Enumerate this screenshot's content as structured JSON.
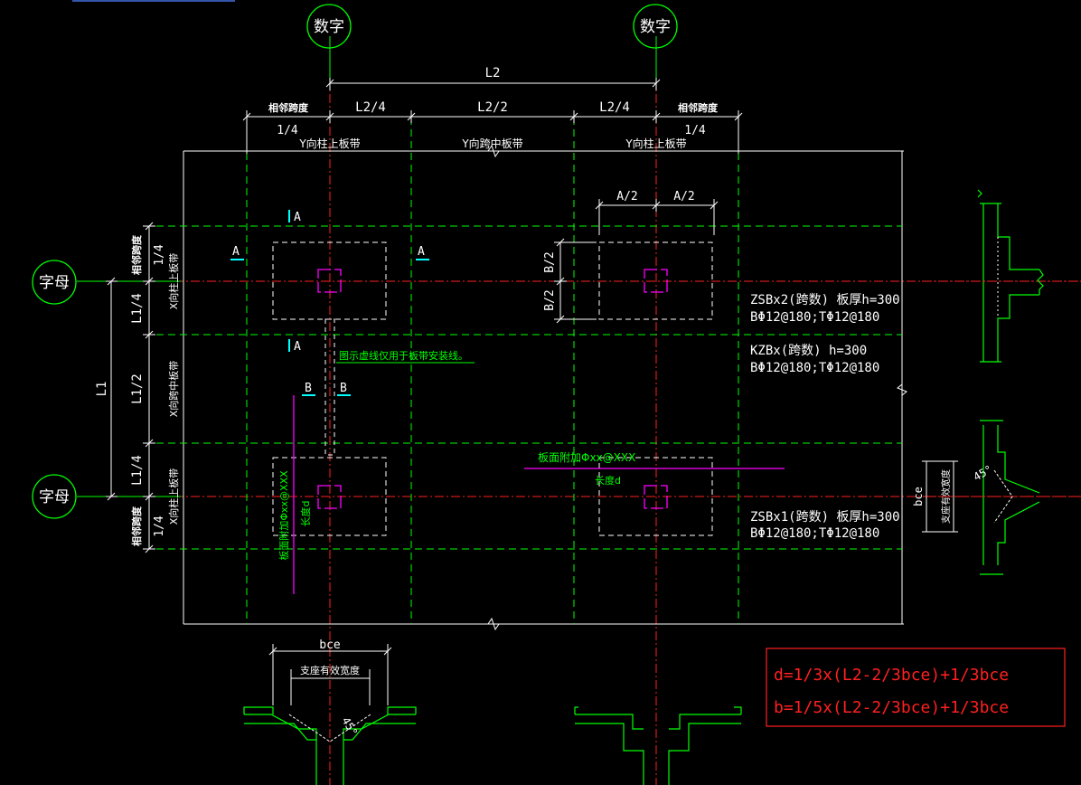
{
  "axis_labels": {
    "column_top_left": "数字",
    "column_top_right": "数字",
    "row_left_top": "字母",
    "row_left_bottom": "字母"
  },
  "dims_top": {
    "L2": "L2",
    "adjacent_left": "相邻跨度",
    "adjacent_right": "相邻跨度",
    "quarter_left": "L2/4",
    "half": "L2/2",
    "quarter_right": "L2/4",
    "frac_left": "1/4",
    "frac_right": "1/4"
  },
  "strip_labels_y": {
    "left": "Y向柱上板带",
    "mid": "Y向跨中板带",
    "right": "Y向柱上板带"
  },
  "dims_left": {
    "L1": "L1",
    "adjacent_top": "相邻跨度",
    "adjacent_bottom": "相邻跨度",
    "frac_top": "1/4",
    "frac_bottom": "1/4",
    "quarter_top": "L1/4",
    "half": "L1/2",
    "quarter_bottom": "L1/4"
  },
  "strip_labels_x": {
    "top": "X向柱上板带",
    "mid": "X向跨中板带",
    "bottom": "X向柱上板带"
  },
  "section_marks": {
    "a": "A",
    "b": "B"
  },
  "cap_dims": {
    "a_half": "A/2",
    "b_half": "B/2"
  },
  "annotations": {
    "virtual_line_note": "图示虚线仅用于板带安装线。",
    "rebar_add_vertical": "板面附加Φxx@XXX",
    "length_d": "长度d",
    "rebar_add_horizontal": "板面附加Φxx@XXX",
    "length_d_h": "长度d"
  },
  "strip_specs": {
    "zsb2_title": "ZSBx2(跨数) 板厚h=300",
    "zsb2_rebar": "BΦ12@180;TΦ12@180",
    "kzb_title": "KZBx(跨数) h=300",
    "kzb_rebar": "BΦ12@180;TΦ12@180",
    "zsb1_title": "ZSBx1(跨数) 板厚h=300",
    "zsb1_rebar": "BΦ12@180;TΦ12@180"
  },
  "bottom_detail": {
    "bce": "bce",
    "support_width": "支座有效宽度",
    "angle": "45°"
  },
  "right_detail": {
    "bce": "bce",
    "support_width": "支座有效宽度",
    "angle": "45°"
  },
  "formulas": {
    "d": "d=1/3x(L2-2/3bce)+1/3bce",
    "b": "b=1/5x(L2-2/3bce)+1/3bce"
  },
  "colors": {
    "background": "#000000",
    "green": "#00ff00",
    "white": "#ffffff",
    "red": "#ff2020",
    "magenta": "#ff00ff",
    "cyan": "#00ffff"
  }
}
